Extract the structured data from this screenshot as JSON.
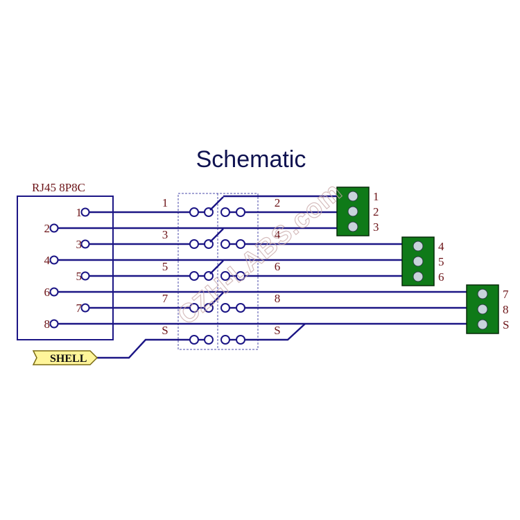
{
  "title": "Schematic",
  "connector": {
    "label": "RJ45 8P8C",
    "pins": [
      "1",
      "2",
      "3",
      "4",
      "5",
      "6",
      "7",
      "8"
    ]
  },
  "shell_label": "SHELL",
  "jumper_labels_left": [
    "1",
    "3",
    "5",
    "7",
    "S"
  ],
  "jumper_labels_right": [
    "2",
    "4",
    "6",
    "8",
    "S"
  ],
  "terminal_blocks": [
    {
      "labels": [
        "1",
        "2",
        "3"
      ],
      "color": "#0f7a18"
    },
    {
      "labels": [
        "4",
        "5",
        "6"
      ],
      "color": "#0f7a18"
    },
    {
      "labels": [
        "7",
        "8",
        "S"
      ],
      "color": "#0f7a18"
    }
  ],
  "watermark": "CZH-LABS.com",
  "colors": {
    "wire": "#1b1585",
    "label": "#6b1216",
    "title": "#0f1250",
    "shell_fill": "#fff59a"
  }
}
